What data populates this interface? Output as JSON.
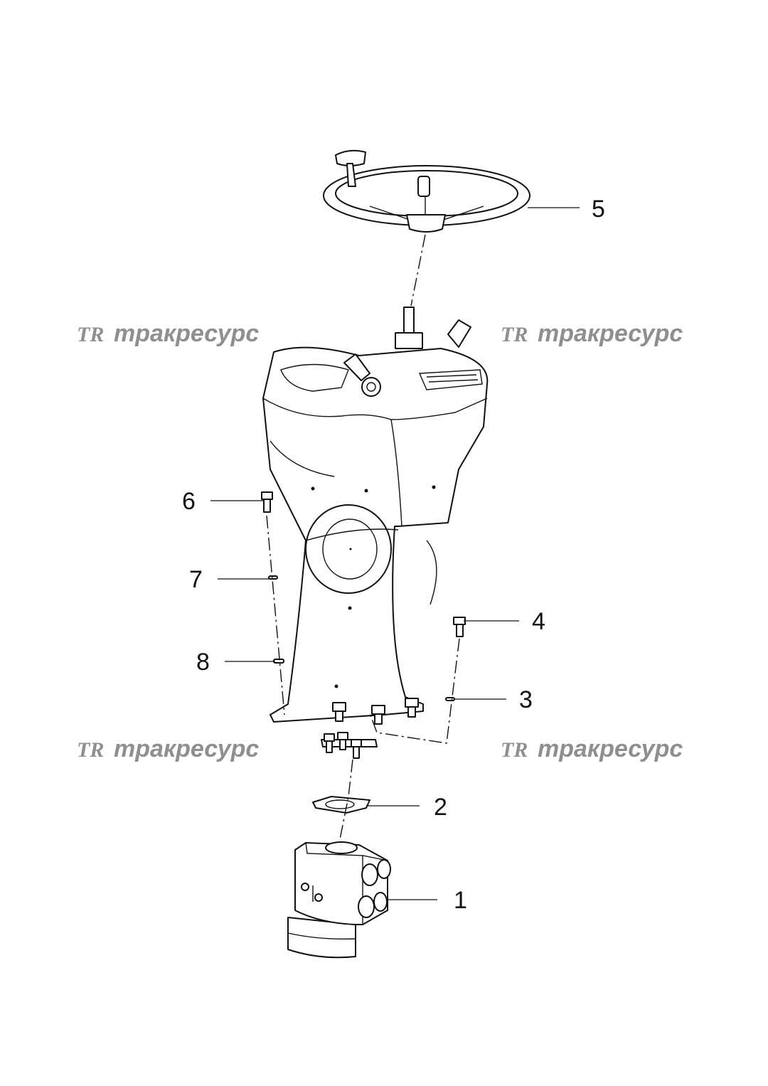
{
  "watermark": {
    "logo": "TR",
    "text": "тракресурс",
    "color": "#8f8f8f"
  },
  "callouts": [
    "1",
    "2",
    "3",
    "4",
    "5",
    "6",
    "7",
    "8"
  ],
  "icons": [
    "steering-wheel",
    "steering-column",
    "hydraulic-steering-unit",
    "gasket",
    "bolt",
    "washer"
  ]
}
